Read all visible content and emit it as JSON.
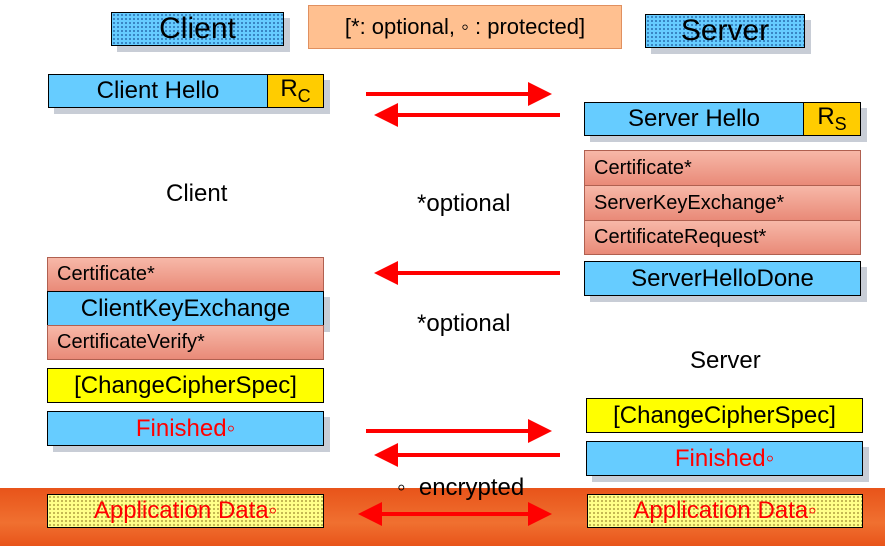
{
  "header": {
    "client_title": "Client",
    "server_title": "Server",
    "legend": "[*: optional,  ◦ : protected]"
  },
  "client": {
    "hello": "Client Hello",
    "rand_base": "R",
    "rand_sub": "C",
    "label": "Client",
    "certificate": "Certificate*",
    "key_exchange": "ClientKeyExchange",
    "cert_verify": "CertificateVerify*",
    "change_cipher": "[ChangeCipherSpec]",
    "finished": "Finished◦",
    "app_data": "Application Data◦"
  },
  "server": {
    "hello": "Server Hello",
    "rand_base": "R",
    "rand_sub": "S",
    "label": "Server",
    "certificate": "Certificate*",
    "key_exchange": "ServerKeyExchange*",
    "cert_request": "CertificateRequest*",
    "hello_done": "ServerHelloDone",
    "change_cipher": "[ChangeCipherSpec]",
    "finished": "Finished◦",
    "app_data": "Application Data◦"
  },
  "middle": {
    "optional_1": "*optional",
    "optional_2": "*optional",
    "encrypted": "◦  encrypted"
  },
  "colors": {
    "box_blue": "#66ccff",
    "box_salmon": "#f0a090",
    "box_yellow": "#ffff00",
    "box_gold": "#ffcc00",
    "arrow_red": "#ff0000",
    "bottom_band": "#e8541a"
  }
}
